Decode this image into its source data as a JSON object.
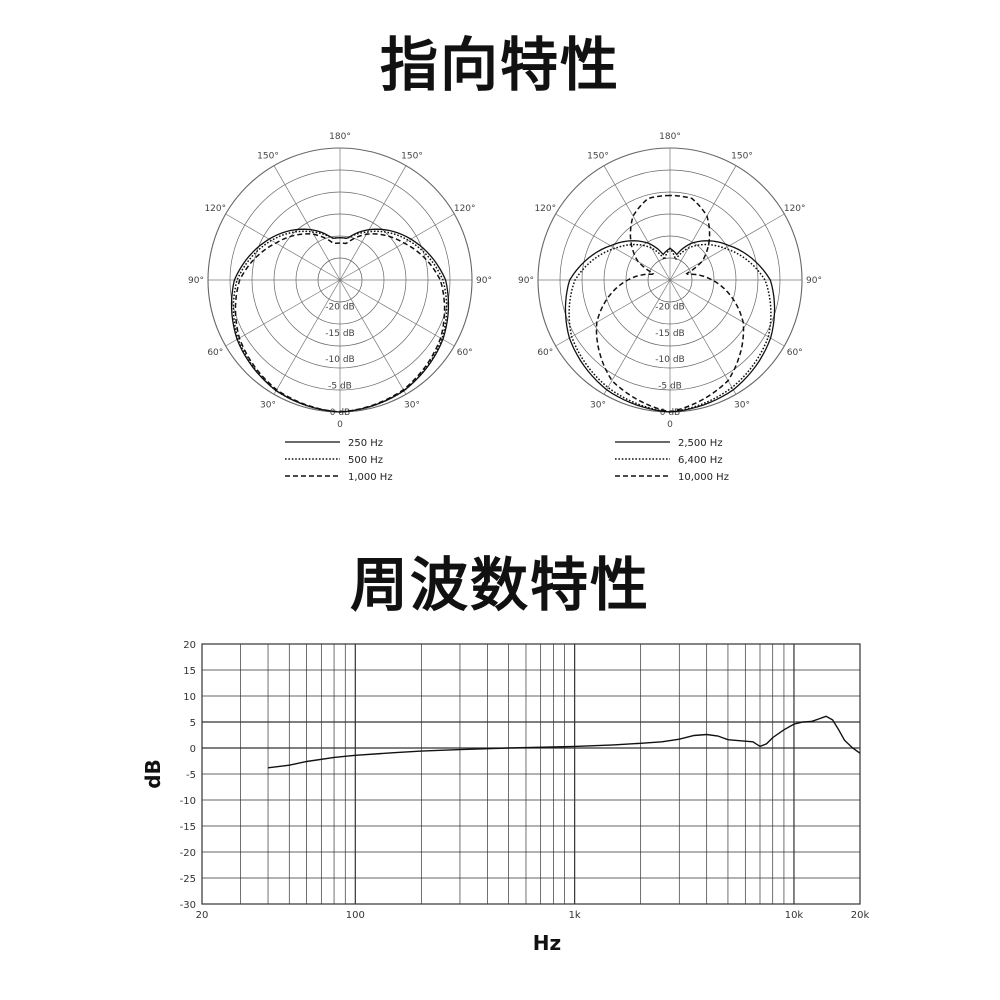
{
  "titles": {
    "directivity": "指向特性",
    "frequency": "周波数特性"
  },
  "chart_data": [
    {
      "type": "polar",
      "angle_labels": [
        "180°",
        "150°",
        "150°",
        "120°",
        "120°",
        "90°",
        "90°",
        "60°",
        "60°",
        "30°",
        "30°",
        "0"
      ],
      "ring_labels": [
        "-20 dB",
        "-15 dB",
        "-10 dB",
        "-5 dB",
        "0 dB"
      ],
      "series": [
        {
          "name": "250 Hz",
          "style": "solid",
          "values": [
            [
              0,
              0
            ],
            [
              30,
              -0.8
            ],
            [
              60,
              -2.5
            ],
            [
              90,
              -5
            ],
            [
              120,
              -9.5
            ],
            [
              150,
              -14
            ],
            [
              170,
              -17
            ],
            [
              180,
              -17
            ]
          ]
        },
        {
          "name": "500 Hz",
          "style": "dotted",
          "values": [
            [
              0,
              0
            ],
            [
              30,
              -0.8
            ],
            [
              60,
              -2.7
            ],
            [
              90,
              -5.5
            ],
            [
              120,
              -10
            ],
            [
              150,
              -14.5
            ],
            [
              170,
              -17
            ],
            [
              180,
              -17
            ]
          ]
        },
        {
          "name": "1,000 Hz",
          "style": "dashed",
          "values": [
            [
              0,
              0
            ],
            [
              30,
              -1
            ],
            [
              60,
              -3
            ],
            [
              90,
              -6
            ],
            [
              120,
              -11
            ],
            [
              150,
              -15
            ],
            [
              170,
              -18
            ],
            [
              180,
              -18
            ]
          ]
        }
      ]
    },
    {
      "type": "polar",
      "angle_labels": [
        "180°",
        "150°",
        "150°",
        "120°",
        "120°",
        "90°",
        "90°",
        "60°",
        "60°",
        "30°",
        "30°",
        "0"
      ],
      "ring_labels": [
        "-20 dB",
        "-15 dB",
        "-10 dB",
        "-5 dB",
        "0 dB"
      ],
      "series": [
        {
          "name": "2,500 Hz",
          "style": "solid",
          "values": [
            [
              0,
              0
            ],
            [
              30,
              -1
            ],
            [
              60,
              -3
            ],
            [
              90,
              -6
            ],
            [
              120,
              -12
            ],
            [
              150,
              -17
            ],
            [
              165,
              -20
            ],
            [
              180,
              -19
            ]
          ]
        },
        {
          "name": "6,400 Hz",
          "style": "dotted",
          "values": [
            [
              0,
              0
            ],
            [
              30,
              -1.5
            ],
            [
              60,
              -3.5
            ],
            [
              90,
              -7
            ],
            [
              120,
              -13
            ],
            [
              150,
              -18
            ],
            [
              165,
              -21
            ],
            [
              180,
              -19
            ]
          ]
        },
        {
          "name": "10,000 Hz",
          "style": "dashed",
          "values": [
            [
              0,
              0
            ],
            [
              30,
              -3
            ],
            [
              60,
              -9
            ],
            [
              90,
              -17
            ],
            [
              110,
              -22
            ],
            [
              120,
              -18
            ],
            [
              150,
              -11
            ],
            [
              165,
              -9
            ],
            [
              180,
              -9
            ]
          ]
        }
      ]
    },
    {
      "type": "line",
      "x_scale": "log",
      "xlim": [
        20,
        20000
      ],
      "ylim": [
        -30,
        20
      ],
      "xlabel": "Hz",
      "ylabel": "dB",
      "x_ticks": [
        {
          "v": 20,
          "label": "20"
        },
        {
          "v": 100,
          "label": "100"
        },
        {
          "v": 1000,
          "label": "1k"
        },
        {
          "v": 10000,
          "label": "10k"
        },
        {
          "v": 20000,
          "label": "20k"
        }
      ],
      "y_ticks": [
        20,
        15,
        10,
        5,
        0,
        -5,
        -10,
        -15,
        -20,
        -25,
        -30
      ],
      "series": [
        {
          "values": [
            [
              40,
              -3.8
            ],
            [
              50,
              -3.3
            ],
            [
              60,
              -2.6
            ],
            [
              80,
              -1.8
            ],
            [
              100,
              -1.4
            ],
            [
              150,
              -0.9
            ],
            [
              200,
              -0.6
            ],
            [
              300,
              -0.3
            ],
            [
              500,
              0
            ],
            [
              800,
              0.2
            ],
            [
              1000,
              0.3
            ],
            [
              1500,
              0.6
            ],
            [
              2000,
              0.9
            ],
            [
              2500,
              1.2
            ],
            [
              3000,
              1.7
            ],
            [
              3500,
              2.4
            ],
            [
              4000,
              2.6
            ],
            [
              4500,
              2.3
            ],
            [
              5000,
              1.6
            ],
            [
              6000,
              1.3
            ],
            [
              6500,
              1.2
            ],
            [
              7000,
              0.3
            ],
            [
              7500,
              0.8
            ],
            [
              8000,
              2
            ],
            [
              9000,
              3.5
            ],
            [
              10000,
              4.6
            ],
            [
              11000,
              5
            ],
            [
              12000,
              5.1
            ],
            [
              13000,
              5.6
            ],
            [
              14000,
              6.1
            ],
            [
              15000,
              5.4
            ],
            [
              16000,
              3.5
            ],
            [
              17000,
              1.5
            ],
            [
              18500,
              0
            ],
            [
              20000,
              -1
            ]
          ]
        }
      ]
    }
  ]
}
